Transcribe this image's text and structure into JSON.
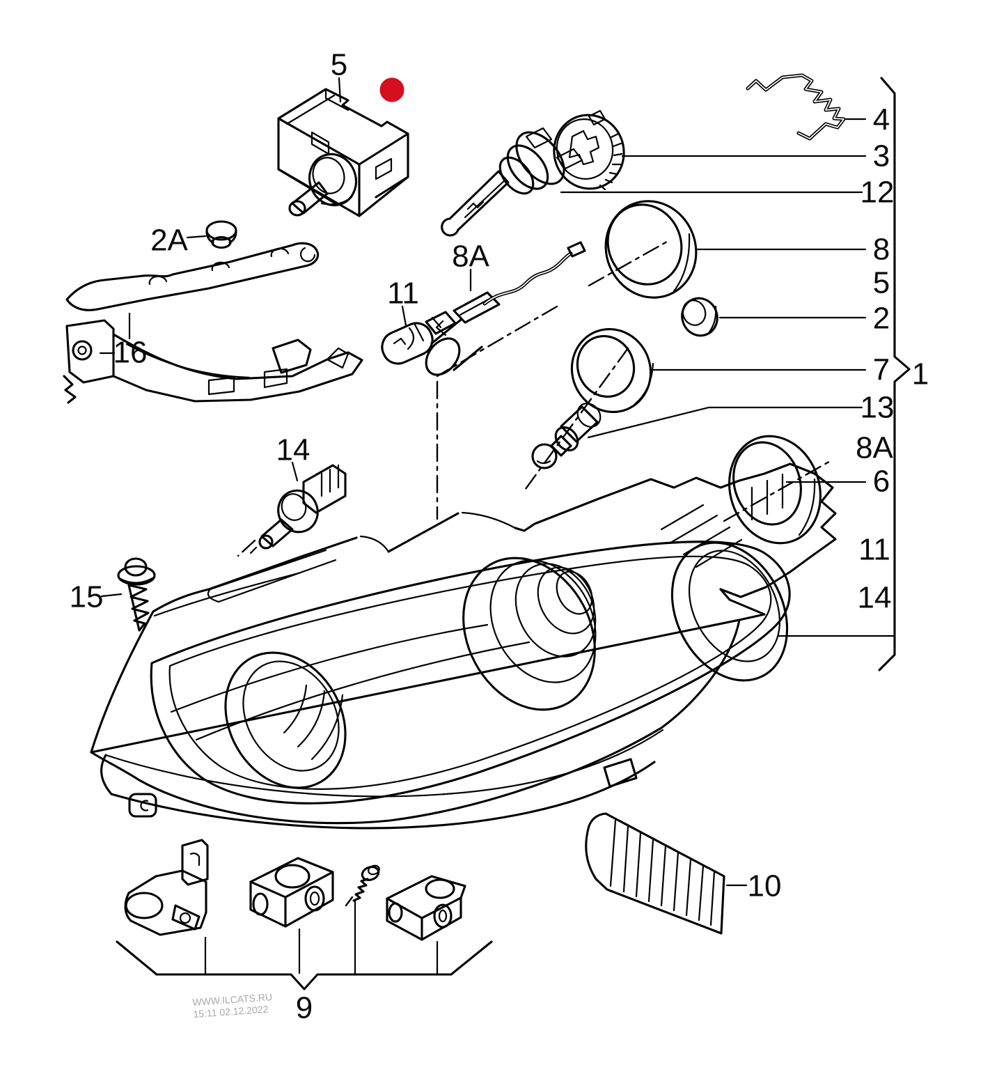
{
  "diagram": {
    "background_color": "#ffffff",
    "line_color": "#000000",
    "marker": {
      "type": "selected-part-dot",
      "color": "#d50f1f"
    },
    "watermark": {
      "line1": "WWW.ILCATS.RU",
      "line2": "15:11 02.12.2022",
      "color": "#a8a8a8"
    }
  },
  "callouts": {
    "c5": "5",
    "c2A": "2A",
    "c16": "16",
    "c11": "11",
    "c8A": "8A",
    "c14": "14",
    "c15": "15",
    "c9": "9",
    "c10": "10",
    "r4": "4",
    "r3": "3",
    "r12": "12",
    "r8": "8",
    "r5": "5",
    "r2": "2",
    "r7": "7",
    "r1": "1",
    "r13": "13",
    "r8A": "8A",
    "r6": "6",
    "r11": "11",
    "r14": "14"
  }
}
